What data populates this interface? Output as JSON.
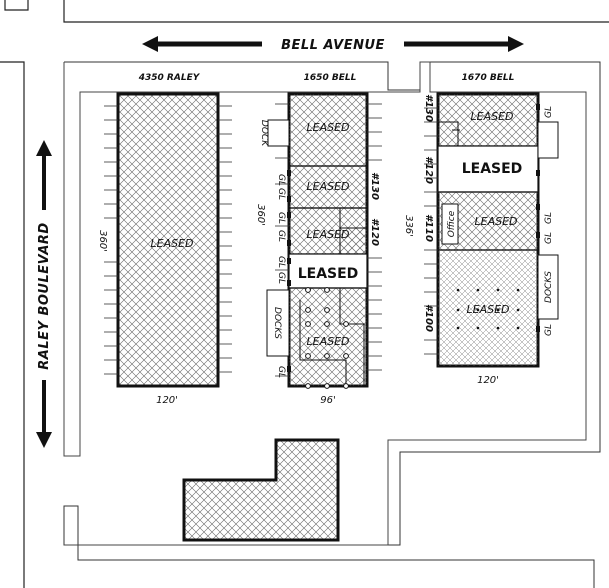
{
  "streets": {
    "bell_avenue": "BELL AVENUE",
    "raley_boulevard": "RALEY BOULEVARD"
  },
  "buildings": {
    "b4350": {
      "address": "4350 RALEY",
      "status": "LEASED",
      "depth": "360'",
      "width": "120'"
    },
    "b1650": {
      "address": "1650 BELL",
      "depth": "360'",
      "width": "96'",
      "units": {
        "top": "LEASED",
        "second": "LEASED",
        "third": "LEASED",
        "open": "LEASED",
        "bottom": "LEASED"
      },
      "unit_numbers": {
        "u130": "#130",
        "u120": "#120"
      },
      "dock": "DOCK",
      "docks": "DOCKS",
      "gl_labels": [
        "GL",
        "GL",
        "GL",
        "GL",
        "GL",
        "GL",
        "GL"
      ]
    },
    "b1670": {
      "address": "1670 BELL",
      "depth": "336'",
      "width": "120'",
      "units": {
        "u130": "LEASED",
        "u120": "LEASED",
        "u110": "LEASED",
        "u100": "LEASED"
      },
      "unit_numbers": {
        "u130": "#130",
        "u120": "#120",
        "u110": "#110",
        "u100": "#100"
      },
      "office": "Office",
      "docks": "DOCKS",
      "gl_labels": [
        "GL",
        "GL",
        "GL",
        "GL"
      ]
    }
  }
}
